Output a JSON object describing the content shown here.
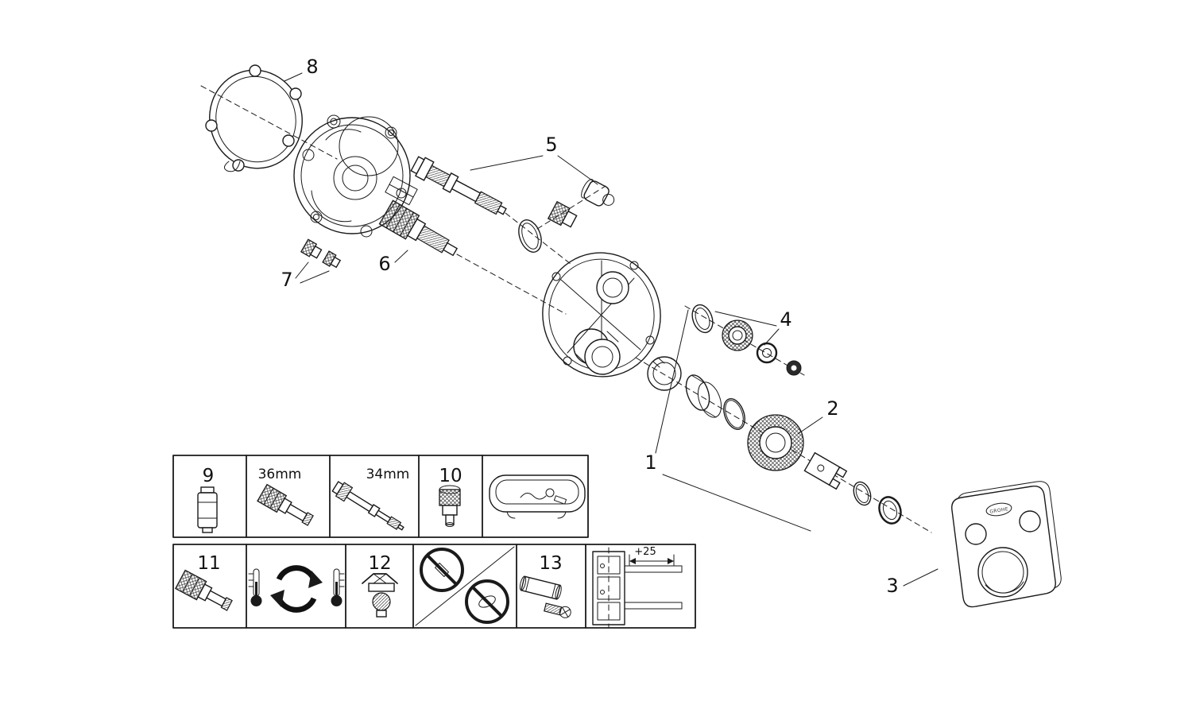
{
  "page": {
    "background": "#ffffff",
    "ink": "#1a1a1a"
  },
  "callouts": {
    "p1": "1",
    "p2": "2",
    "p3": "3",
    "p4": "4",
    "p5": "5",
    "p6": "6",
    "p7": "7",
    "p8": "8"
  },
  "legend": {
    "row1": {
      "c9": {
        "number": "9",
        "icon": "thermostatic-cartridge-icon"
      },
      "c36": {
        "size": "36mm",
        "icon": "cartridge-36mm-icon"
      },
      "c34": {
        "size": "34mm",
        "icon": "spindle-34mm-icon"
      },
      "c10": {
        "number": "10",
        "icon": "compact-cartridge-icon"
      },
      "ctub": {
        "icon": "bathtub-icon"
      }
    },
    "row2": {
      "c11": {
        "number": "11",
        "icon": "cartridge-icon"
      },
      "ctemp": {
        "icon": "temperature-rotation-icon"
      },
      "c12": {
        "number": "12",
        "icon": "retainer-clip-icon"
      },
      "cban": {
        "icon": "prohibited-symbols-icon"
      },
      "c13": {
        "number": "13",
        "icon": "extension-tube-icon"
      },
      "cdepth": {
        "dimension": "+25",
        "icon": "installation-depth-icon"
      }
    }
  },
  "faceplate": {
    "brand": "GROHE"
  }
}
